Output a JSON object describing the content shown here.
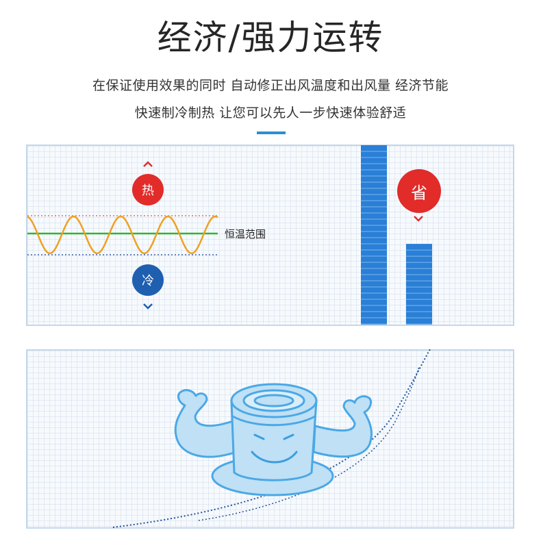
{
  "header": {
    "title": "经济/强力运转",
    "subtitle_line1": "在保证使用效果的同时 自动修正出风温度和出风量 经济节能",
    "subtitle_line2": "快速制冷制热 让您可以先人一步快速体验舒适"
  },
  "panel_top": {
    "hot_badge": "热",
    "cold_badge": "冷",
    "range_label": "恒温范围",
    "save_badge": "省",
    "bars": {
      "tall_level": 1.0,
      "short_level": 0.45
    }
  },
  "colors": {
    "accent": "#2a8fd6",
    "hot": "#e12c2a",
    "cold": "#1f5fb0",
    "wave": "#f0a020",
    "range_line": "#2fb52f",
    "bar": "#2a7fd6",
    "mascot_fill": "#bfe0f5",
    "mascot_stroke": "#4aa8e6"
  },
  "icons": {
    "hot_up": "chevron-up-icon",
    "cold_down": "chevron-down-icon",
    "save_down": "chevron-down-icon",
    "mascot": "strong-air-unit-mascot-icon"
  }
}
